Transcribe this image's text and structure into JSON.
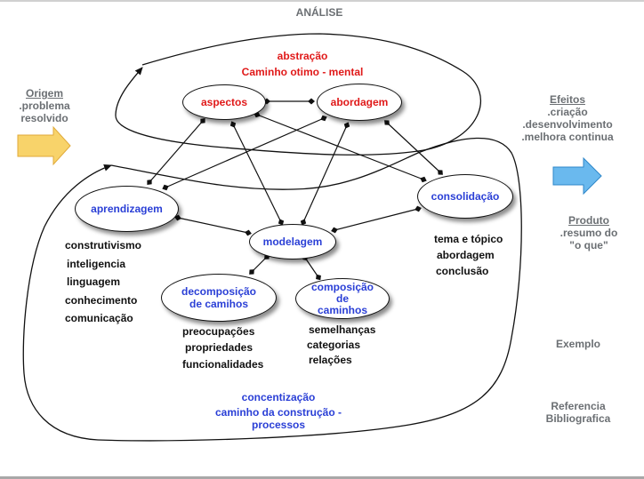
{
  "title": "ANÁLISE",
  "left_panel": {
    "heading": "Origem",
    "lines": [
      ".problema",
      "resolvido"
    ],
    "arrow_icon": "yellow-right-arrow",
    "arrow_color": "#f7cf5a"
  },
  "right_panel": {
    "effects_heading": "Efeitos",
    "effects_lines": [
      ".criação",
      ".desenvolvimento",
      ".melhora continua"
    ],
    "arrow_icon": "blue-right-arrow",
    "arrow_color": "#5fb0ea",
    "product_heading": "Produto",
    "product_lines": [
      ".resumo do",
      "\"o que\""
    ],
    "example_label": "Exemplo",
    "reference_lines": [
      "Referencia",
      "Bibliografica"
    ]
  },
  "abstraction": {
    "title": "abstração",
    "subtitle": "Caminho otimo - mental",
    "color": "#e01919"
  },
  "concretization": {
    "title": "concentização",
    "subtitle_lines": [
      "caminho da construção -",
      "processos"
    ],
    "color": "#2a3fd6"
  },
  "nodes": {
    "aspectos": "aspectos",
    "abordagem": "abordagem",
    "aprendizagem": "aprendizagem",
    "modelagem": "modelagem",
    "consolidacao": "consolidação",
    "decomposicao": [
      "decomposição",
      "de camihos"
    ],
    "composicao": [
      "composição",
      "de",
      "caminhos"
    ]
  },
  "lists": {
    "aprendizagem": [
      "construtivismo",
      "inteligencia",
      "linguagem",
      "conhecimento",
      "comunicação"
    ],
    "consolidacao": [
      "tema e tópico",
      "abordagem",
      "conclusão"
    ],
    "decomposicao": [
      "preocupações",
      "propriedades",
      "funcionalidades"
    ],
    "composicao": [
      "semelhanças",
      "categorias",
      "relações"
    ]
  }
}
